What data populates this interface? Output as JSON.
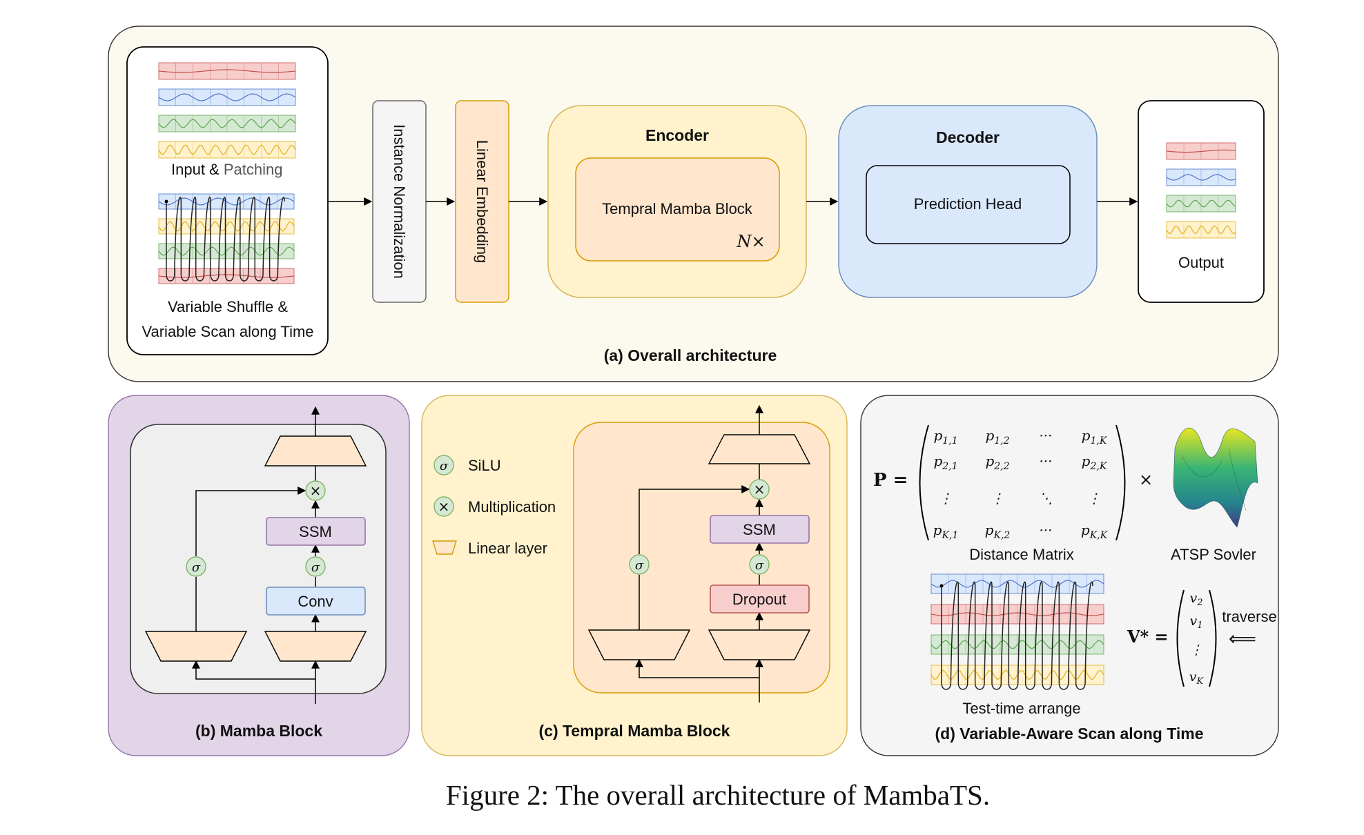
{
  "panel_a": {
    "input_label_a": "Input &",
    "input_label_b": "Patching",
    "shuffle_line1": "Variable Shuffle &",
    "shuffle_line2": "Variable Scan along Time",
    "instance_norm": "Instance Normalization",
    "linear_embedding": "Linear Embedding",
    "encoder_title": "Encoder",
    "encoder_block": "Tempral Mamba Block",
    "encoder_repeat": "N×",
    "decoder_title": "Decoder",
    "decoder_block": "Prediction Head",
    "output_label": "Output",
    "caption": "(a) Overall architecture"
  },
  "panel_b": {
    "ssm": "SSM",
    "conv": "Conv",
    "sigma": "σ",
    "times": "×",
    "caption": "(b) Mamba Block"
  },
  "panel_c": {
    "legend_silu": "SiLU",
    "legend_mult": "Multiplication",
    "legend_linear": "Linear layer",
    "ssm": "SSM",
    "dropout": "Dropout",
    "sigma": "σ",
    "times": "×",
    "caption": "(c) Tempral Mamba Block"
  },
  "panel_d": {
    "p_symbol": "P =",
    "matrix": [
      [
        "p1,1",
        "p1,2",
        "···",
        "p1,K"
      ],
      [
        "p2,1",
        "p2,2",
        "···",
        "p2,K"
      ],
      [
        "⋮",
        "⋮",
        "⋱",
        "⋮"
      ],
      [
        "pK,1",
        "pK,2",
        "···",
        "pK,K"
      ]
    ],
    "times": "×",
    "distance_matrix": "Distance Matrix",
    "solver": "ATSP Sovler",
    "test_time": "Test-time arrange",
    "v_symbol": "V* =",
    "vector": [
      "v2",
      "v1",
      "⋮",
      "vK"
    ],
    "traverse": "traverse",
    "arrow": "⟸",
    "caption": "(d) Variable-Aware Scan along Time"
  },
  "figure_caption": "Figure 2: The overall architecture of MambaTS.",
  "colors": {
    "panel_a_bg": "#fcf9ee",
    "panel_b_bg": "#e1d5e7",
    "panel_c_bg": "#fff2cc",
    "panel_d_bg": "#f5f5f5",
    "encoder": "#fff2cc",
    "encoder_inner": "#ffe6cc",
    "decoder": "#dae8fc",
    "linear_orange": "#ffe6cc",
    "ssm_purple": "#e1d5e7",
    "conv_blue": "#dae8fc",
    "dropout_red": "#f8cecc",
    "sigma_green": "#d5e8d4",
    "series_red": "#f8cecc",
    "series_blue": "#dae8fc",
    "series_green": "#d5e8d4",
    "series_yellow": "#fff2cc"
  }
}
